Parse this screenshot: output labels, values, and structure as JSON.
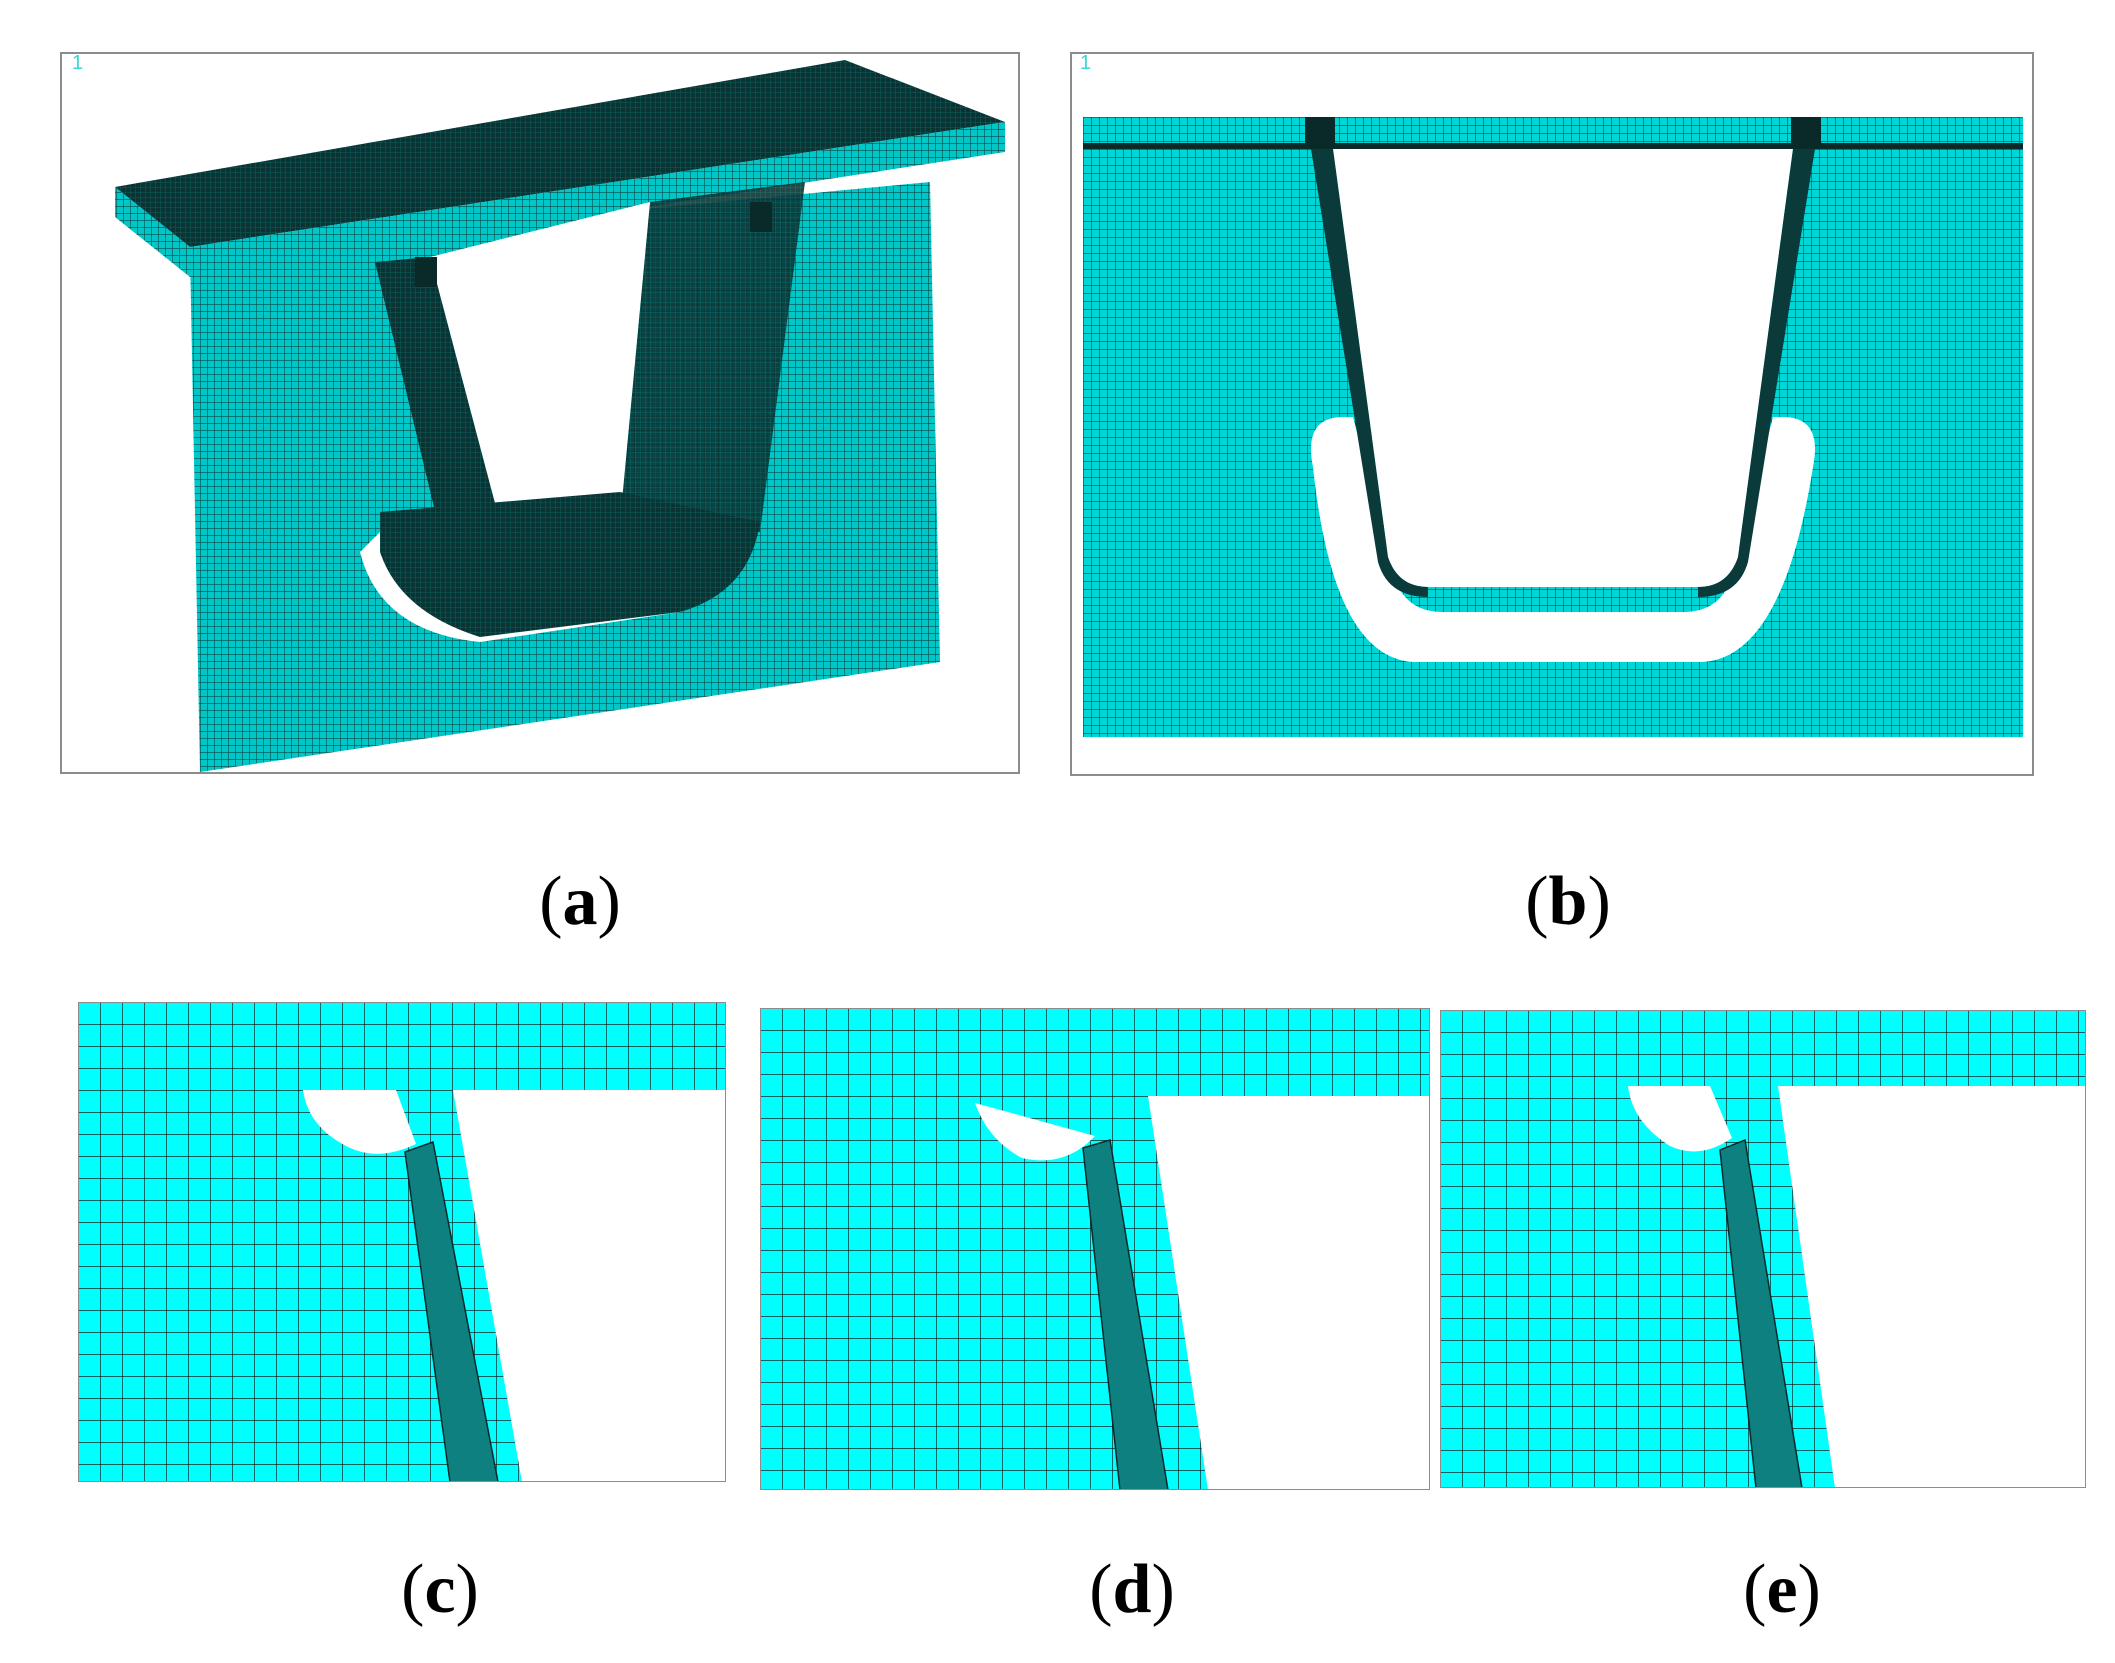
{
  "figure": {
    "panels": [
      {
        "id": "a",
        "label": "a",
        "view_number": "1",
        "content": "3D finite element mesh of rib-to-deck welded connection"
      },
      {
        "id": "b",
        "label": "b",
        "view_number": "1",
        "content": "Front view of U-rib mesh"
      },
      {
        "id": "c",
        "label": "c",
        "view_number": "",
        "content": "Local mesh at weld root"
      },
      {
        "id": "d",
        "label": "d",
        "view_number": "",
        "content": "Local mesh at weld root"
      },
      {
        "id": "e",
        "label": "e",
        "view_number": "",
        "content": "Local mesh at weld root"
      }
    ]
  },
  "colors": {
    "mesh_fill": "#00ffff",
    "mesh_dark": "#0b3f3f",
    "mesh_mid": "#0f8080",
    "mesh_line": "#0a3a3a",
    "frame": "#8c8c8c"
  }
}
